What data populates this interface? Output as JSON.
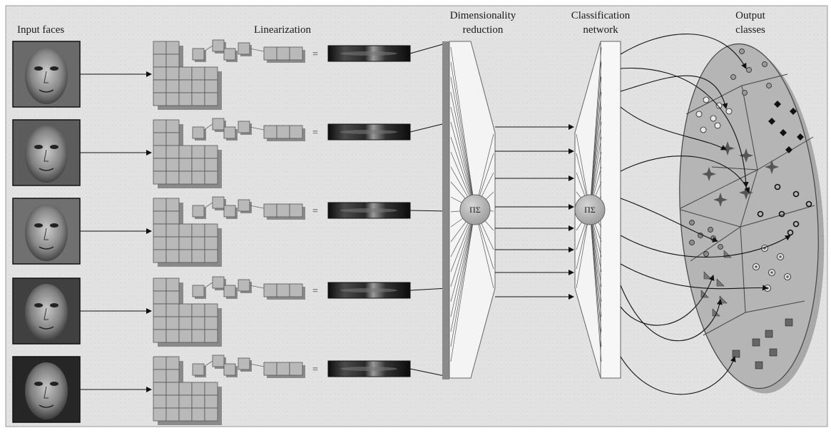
{
  "labels": {
    "input_faces": "Input faces",
    "linearization": "Linearization",
    "dimensionality": [
      "Dimensionality",
      "reduction"
    ],
    "classification": [
      "Classification",
      "network"
    ],
    "output": [
      "Output",
      "classes"
    ]
  },
  "unit_symbol": "ΠΣ",
  "equals_sign": "=",
  "faces": [
    {
      "id": 1,
      "tone": "#6a6a6a"
    },
    {
      "id": 2,
      "tone": "#5c5c5c"
    },
    {
      "id": 3,
      "tone": "#707070"
    },
    {
      "id": 4,
      "tone": "#404040"
    },
    {
      "id": 5,
      "tone": "#262626"
    }
  ],
  "colors": {
    "panel_bg": "#e3e3e3",
    "cell_fill": "#b9b9b9",
    "cell_stroke": "#555555",
    "ellipse_fill": "#b4b4b4",
    "region_square": "#a5a5a5",
    "node": "#b0b0b0"
  },
  "class_regions": [
    {
      "name": "dots",
      "symbol": "circle"
    },
    {
      "name": "open-circles",
      "symbol": "open-circle"
    },
    {
      "name": "diamonds",
      "symbol": "diamond"
    },
    {
      "name": "stars",
      "symbol": "star"
    },
    {
      "name": "rings",
      "symbol": "ring"
    },
    {
      "name": "dots-lower",
      "symbol": "circle"
    },
    {
      "name": "targets",
      "symbol": "target"
    },
    {
      "name": "triangles",
      "symbol": "triangle"
    },
    {
      "name": "squares",
      "symbol": "square"
    }
  ]
}
